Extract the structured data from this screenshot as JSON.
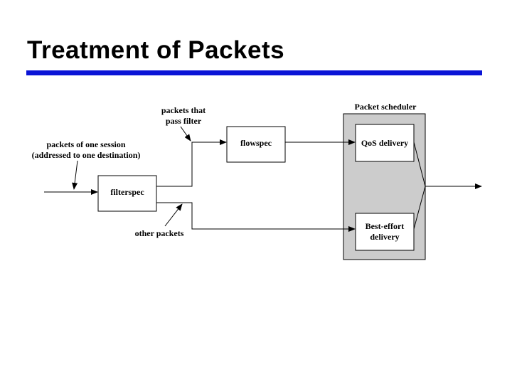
{
  "slide": {
    "title": "Treatment of Packets"
  },
  "colors": {
    "rule": "#0a14d6",
    "scheduler_fill": "#cccccc",
    "line": "#000000"
  },
  "diagram": {
    "session_label_line1": "packets of one session",
    "session_label_line2": "(addressed to one destination)",
    "pass_label_line1": "packets that",
    "pass_label_line2": "pass filter",
    "other_label": "other packets",
    "filterspec": "filterspec",
    "flowspec": "flowspec",
    "scheduler_title": "Packet scheduler",
    "qos": "QoS delivery",
    "best_effort_line1": "Best-effort",
    "best_effort_line2": "delivery"
  }
}
